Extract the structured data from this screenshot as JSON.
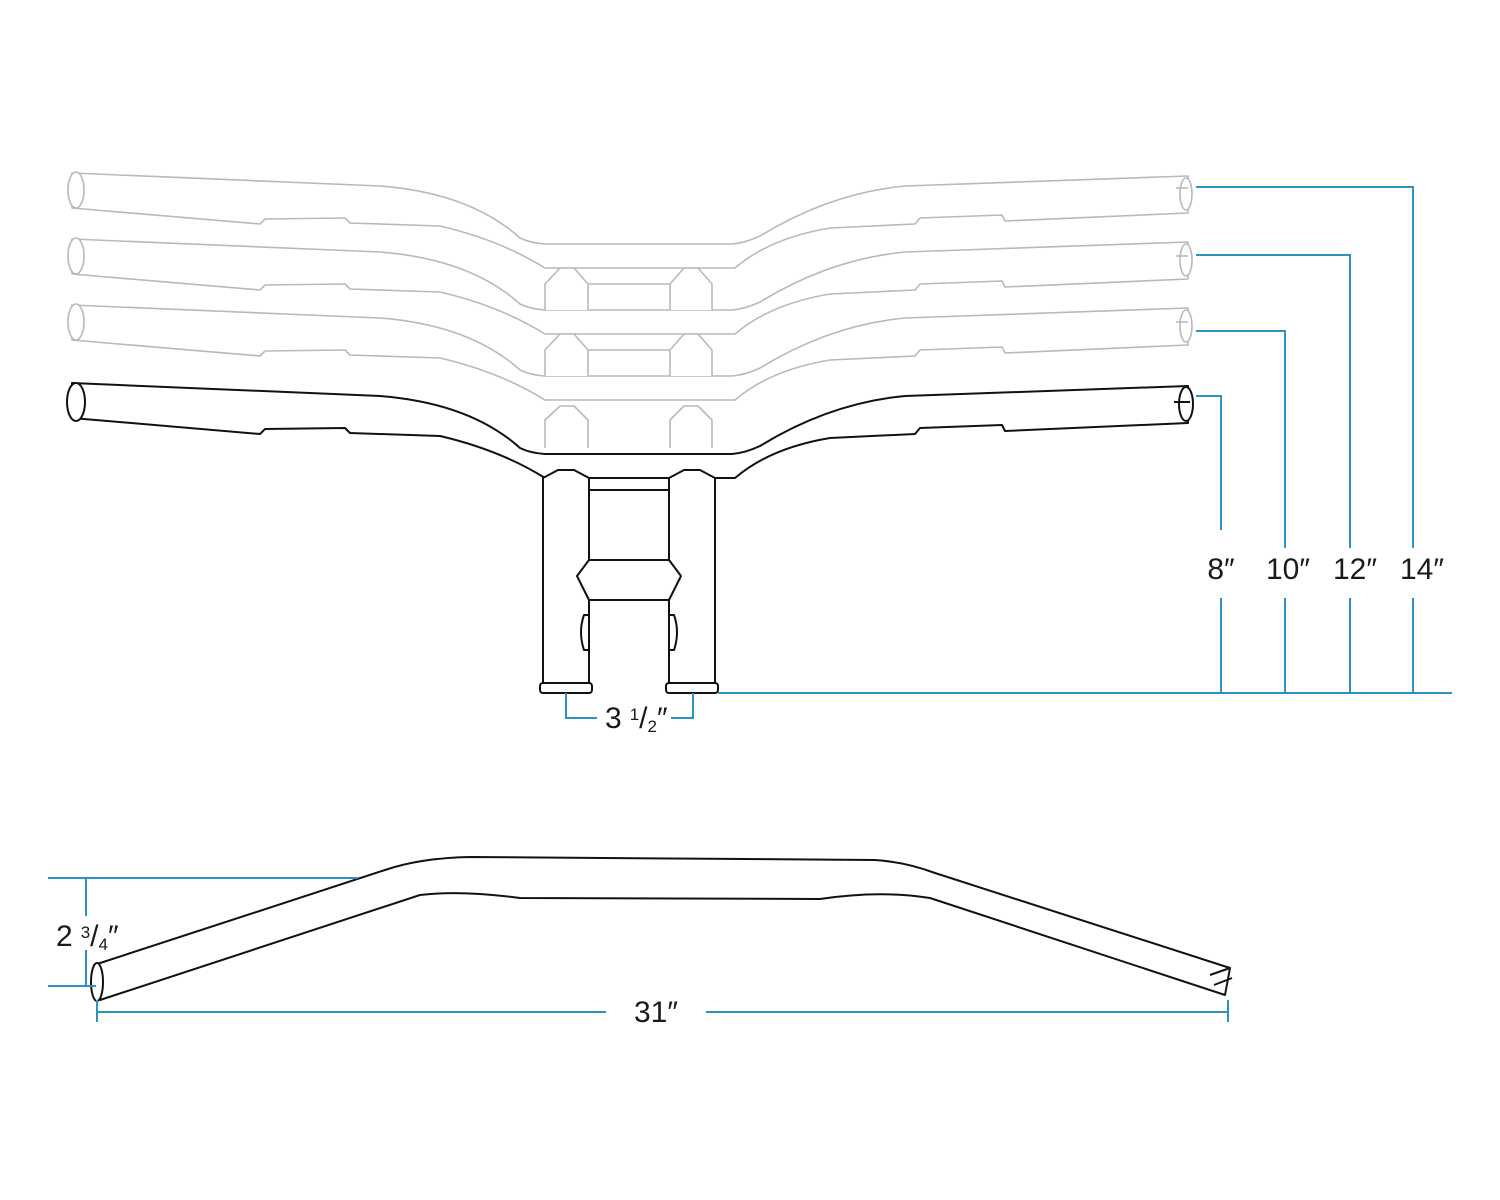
{
  "diagram": {
    "colors": {
      "dimension": "#2b93c4",
      "outline": "#111111",
      "ghost_outline": "#b9b9b9",
      "text": "#1a1a1a"
    },
    "front_view": {
      "rise_options": [
        {
          "whole": "8",
          "unit": "″"
        },
        {
          "whole": "10",
          "unit": "″"
        },
        {
          "whole": "12",
          "unit": "″"
        },
        {
          "whole": "14",
          "unit": "″"
        }
      ],
      "riser_spacing": {
        "whole": "3",
        "numerator": "1",
        "denominator": "2",
        "unit": "″"
      }
    },
    "side_view": {
      "pullback": {
        "whole": "2",
        "numerator": "3",
        "denominator": "4",
        "unit": "″"
      },
      "width": {
        "whole": "31",
        "unit": "″"
      }
    }
  }
}
